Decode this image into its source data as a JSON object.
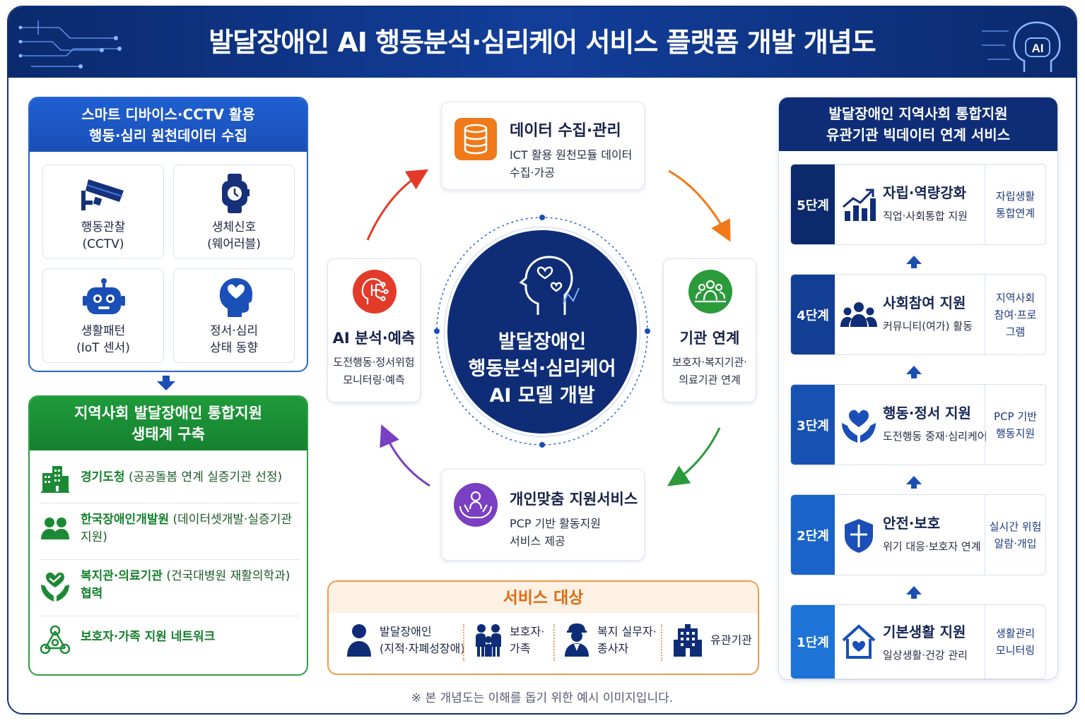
{
  "title": "발달장애인 AI 행동분석·심리케어 서비스 플랫폼 개발 개념도",
  "header_badge": "AI",
  "left_top": {
    "heading_line1": "스마트 디바이스·CCTV 활용",
    "heading_line2": "행동·심리 원천데이터 수집",
    "tiles": [
      {
        "icon": "cctv-camera-icon",
        "line1": "행동관찰",
        "line2": "(CCTV)"
      },
      {
        "icon": "smartwatch-icon",
        "line1": "생체신호",
        "line2": "(웨어러블)"
      },
      {
        "icon": "robot-iot-icon",
        "line1": "생활패턴",
        "line2": "(IoT 센서)"
      },
      {
        "icon": "head-heart-icon",
        "line1": "정서·심리",
        "line2": "상태 동향"
      }
    ]
  },
  "left_bottom": {
    "heading_line1": "지역사회 발달장애인 통합지원",
    "heading_line2": "생태계 구축",
    "items": [
      {
        "icon": "building-icon",
        "bold": "경기도청",
        "rest": " (공공돌봄 연계 실증기관 선정)",
        "line2": ""
      },
      {
        "icon": "people-icon",
        "bold": "한국장애인개발원",
        "rest": " (데이터셋개발·실증기관",
        "line2": "지원)"
      },
      {
        "icon": "heart-hands-icon",
        "bold": "복지관·의료기관",
        "rest": " (건국대병원 재활의학과)",
        "line2": "협력"
      },
      {
        "icon": "network-icon",
        "bold": "보호자·가족 지원 네트워크",
        "rest": "",
        "line2": ""
      }
    ]
  },
  "center": {
    "core_line1": "발달장애인",
    "core_line2": "행동분석·심리케어",
    "core_line3": "AI 모델 개발",
    "top": {
      "title": "데이터 수집·관리",
      "desc1": "ICT 활용 원천모듈 데이터",
      "desc2": "수집·가공"
    },
    "left": {
      "title": "AI 분석·예측",
      "desc1": "도전행동·정서위험",
      "desc2": "모니터링·예측"
    },
    "right": {
      "title": "기관 연계",
      "desc1": "보호자·복지기관·",
      "desc2": "의료기관 연계"
    },
    "bottom": {
      "title": "개인맞춤 지원서비스",
      "desc1": "PCP 기반 활동지원",
      "desc2": "서비스 제공"
    }
  },
  "service_target": {
    "heading": "서비스 대상",
    "items": [
      {
        "icon": "person-icon",
        "line1": "발달장애인",
        "line2": "(지적·자폐성장애)"
      },
      {
        "icon": "family-icon",
        "line1": "보호자·",
        "line2": "가족"
      },
      {
        "icon": "worker-icon",
        "line1": "복지 실무자·",
        "line2": "종사자"
      },
      {
        "icon": "institution-icon",
        "line1": "유관기관",
        "line2": ""
      }
    ]
  },
  "right_panel": {
    "heading_line1": "발달장애인 지역사회 통합지원",
    "heading_line2": "유관기관 빅데이터 연계 서비스",
    "stages": [
      {
        "num": "5단계",
        "icon": "growth-chart-icon",
        "title": "자립·역량강화",
        "desc": "직업·사회통합 지원",
        "right1": "자립생활",
        "right2": "통합연계",
        "right3": "",
        "color": "#0c2a6b"
      },
      {
        "num": "4단계",
        "icon": "group-icon",
        "title": "사회참여 지원",
        "desc": "커뮤니티(여가) 활동",
        "right1": "지역사회",
        "right2": "참여·프로",
        "right3": "그램",
        "color": "#123f94"
      },
      {
        "num": "3단계",
        "icon": "heart-hand-icon",
        "title": "행동·정서 지원",
        "desc": "도전행동 중재·심리케어",
        "right1": "PCP 기반",
        "right2": "행동지원",
        "right3": "",
        "color": "#1752b3"
      },
      {
        "num": "2단계",
        "icon": "shield-icon",
        "title": "안전·보호",
        "desc": "위기 대응·보호자 연계",
        "right1": "실시간 위험",
        "right2": "알람·개입",
        "right3": "",
        "color": "#1a63c8"
      },
      {
        "num": "1단계",
        "icon": "house-heart-icon",
        "title": "기본생활 지원",
        "desc": "일상생활·건강 관리",
        "right1": "생활관리",
        "right2": "모니터링",
        "right3": "",
        "color": "#1e73d6"
      }
    ]
  },
  "footnote": "※ 본 개념도는 이해를 돕기 위한 예시 이미지입니다."
}
